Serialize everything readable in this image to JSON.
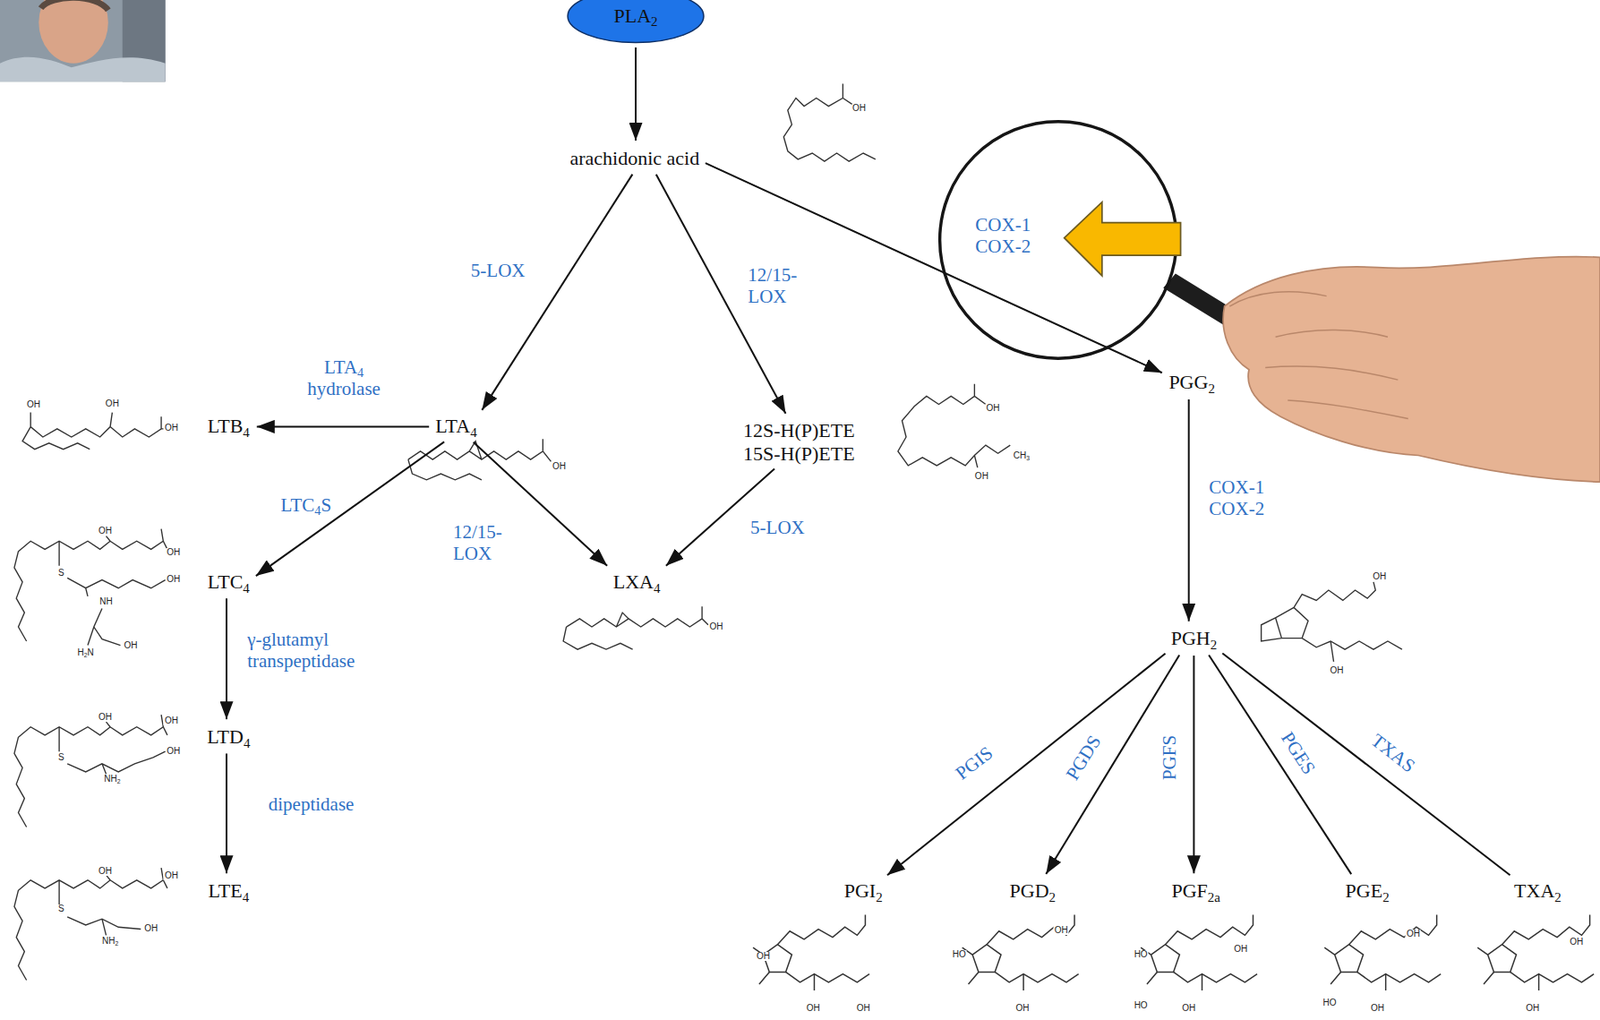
{
  "diagram": {
    "nodes": [
      {
        "text": [
          "PLA2"
        ]
      },
      {
        "text": [
          "arachidonic acid"
        ]
      },
      {
        "text": [
          "PGG2"
        ]
      },
      {
        "text": [
          "LTB4"
        ]
      },
      {
        "text": [
          "LTA4"
        ]
      },
      {
        "text": [
          "12S-H(P)ETE 15S-H(P)ETE"
        ]
      },
      {
        "text": [
          "LTC4"
        ]
      },
      {
        "text": [
          "LXA4"
        ]
      },
      {
        "text": [
          "PGH2"
        ]
      },
      {
        "text": [
          "LTD4"
        ]
      },
      {
        "text": [
          "LTE4"
        ]
      },
      {
        "text": [
          "PGI2"
        ]
      },
      {
        "text": [
          "PGD2"
        ]
      },
      {
        "text": [
          "PGF2a"
        ]
      },
      {
        "text": [
          "PGE2"
        ]
      },
      {
        "text": [
          "TXA2"
        ]
      }
    ],
    "edges": [
      {
        "from": 0,
        "to": 1,
        "arrow": "to"
      },
      {
        "from": 1,
        "to": 4,
        "label": "5-LOX",
        "arrow": "to"
      },
      {
        "from": 1,
        "to": 5,
        "label": "12/15- LOX",
        "arrow": "to"
      },
      {
        "from": 1,
        "to": 2,
        "label": "COX-1 COX-2",
        "arrow": "to"
      },
      {
        "from": 4,
        "to": 3,
        "label": "LTA4 hydrolase",
        "arrow": "to"
      },
      {
        "from": 4,
        "to": 6,
        "label": "LTC4S",
        "arrow": "to"
      },
      {
        "from": 4,
        "to": 7,
        "label": "12/15- LOX",
        "arrow": "to"
      },
      {
        "from": 5,
        "to": 7,
        "label": "5-LOX",
        "arrow": "to"
      },
      {
        "from": 2,
        "to": 8,
        "label": "COX-1 COX-2",
        "arrow": "to"
      },
      {
        "from": 6,
        "to": 9,
        "label": "γ-glutamyl transpeptidase",
        "arrow": "to"
      },
      {
        "from": 9,
        "to": 10,
        "label": "dipeptidase",
        "arrow": "to"
      },
      {
        "from": 8,
        "to": 11,
        "label": "PGIS",
        "arrow": "to"
      },
      {
        "from": 8,
        "to": 12,
        "label": "PGDS",
        "arrow": "to"
      },
      {
        "from": 8,
        "to": 13,
        "label": "PGFS",
        "arrow": "to"
      },
      {
        "from": 8,
        "to": 14,
        "label": "PGES",
        "arrow": "none"
      },
      {
        "from": 8,
        "to": 15,
        "label": "TXAS",
        "arrow": "none"
      }
    ],
    "labels": [
      "OH",
      "OH",
      "OH",
      "OH",
      "OH",
      "CH3",
      "OH",
      "OH",
      "OH",
      "OH",
      "S",
      "OH",
      "OH",
      "NH",
      "OH",
      "OH",
      "H2N",
      "OH",
      "OH",
      "OH",
      "OH",
      "S",
      "NH2",
      "OH",
      "OH",
      "S",
      "OH",
      "NH2",
      "OH",
      "OH",
      "OH",
      "OH",
      "HO",
      "HO",
      "OH",
      "HO",
      "HO",
      "OH",
      "OH",
      "OH",
      "OH",
      "OH",
      "OH"
    ]
  }
}
